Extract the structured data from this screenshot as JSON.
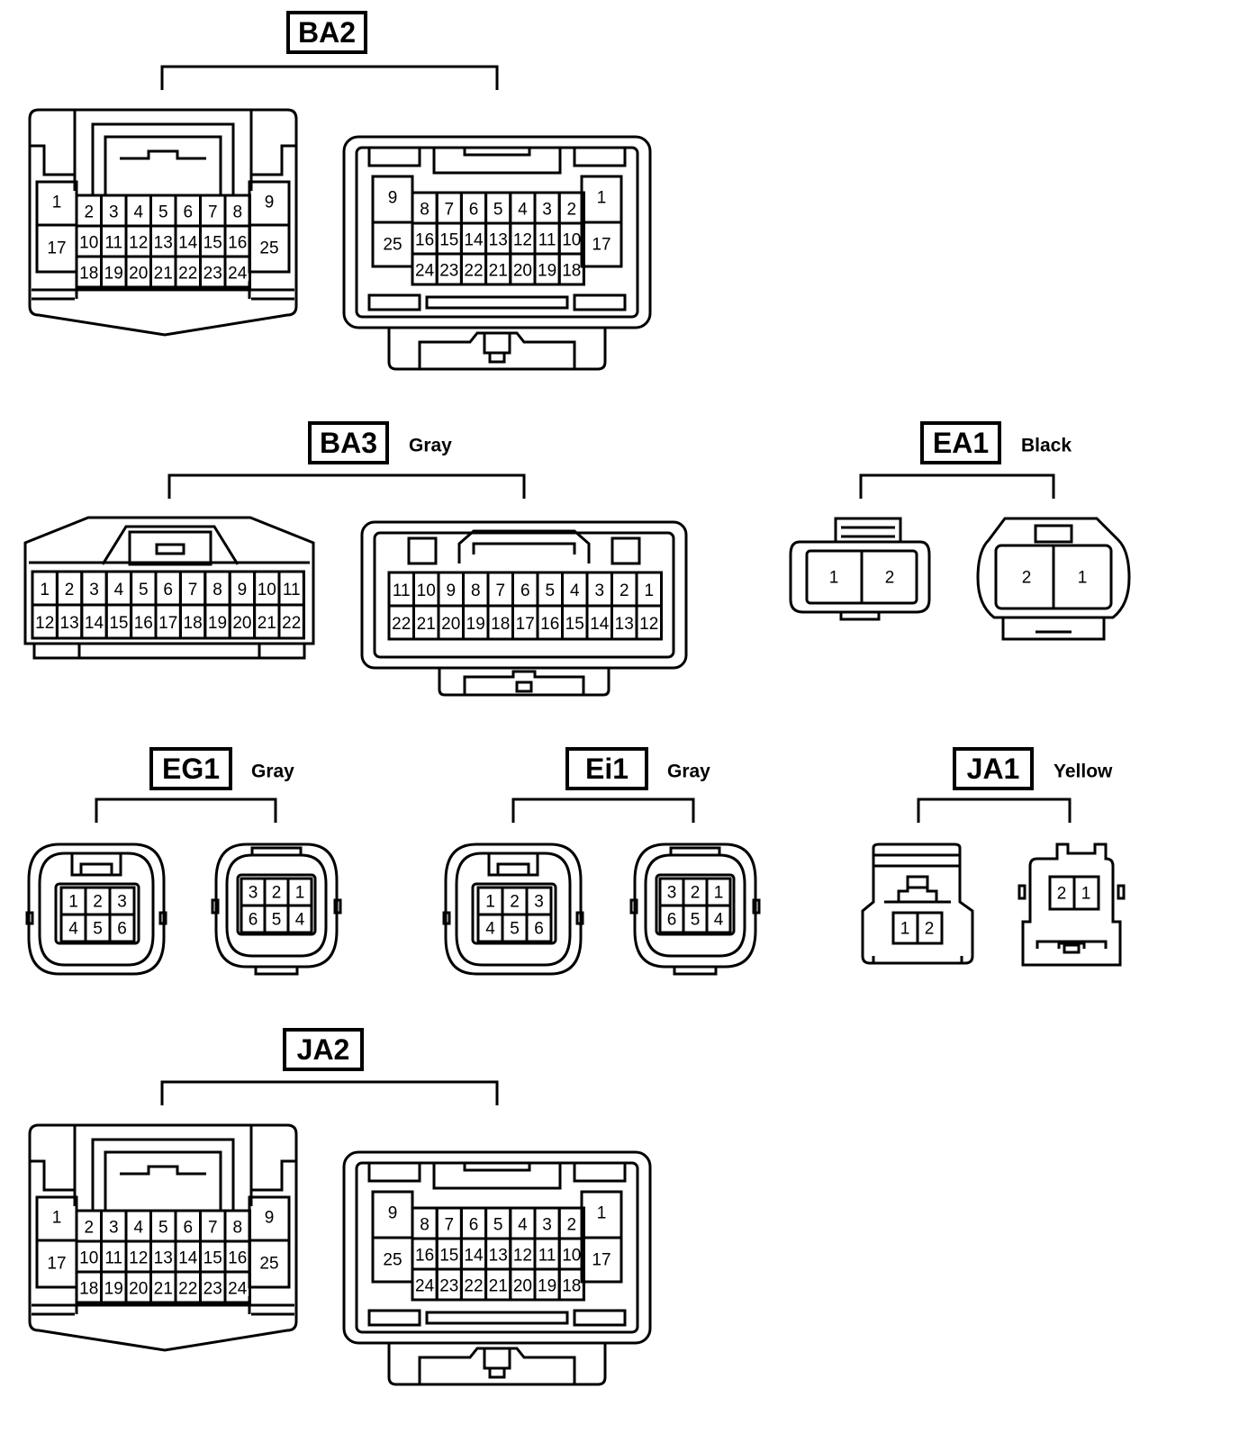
{
  "connectors": [
    {
      "id": "BA2",
      "label": "BA2",
      "color": ""
    },
    {
      "id": "BA3",
      "label": "BA3",
      "color": "Gray"
    },
    {
      "id": "EA1",
      "label": "EA1",
      "color": "Black"
    },
    {
      "id": "EG1",
      "label": "EG1",
      "color": "Gray"
    },
    {
      "id": "Ei1",
      "label": "Ei1",
      "color": "Gray"
    },
    {
      "id": "JA1",
      "label": "JA1",
      "color": "Yellow"
    },
    {
      "id": "JA2",
      "label": "JA2",
      "color": ""
    }
  ],
  "pinouts": {
    "c25_female": {
      "left_top": "1",
      "left_bottom": "17",
      "right_top": "9",
      "right_bottom": "25",
      "rows": [
        [
          "2",
          "3",
          "4",
          "5",
          "6",
          "7",
          "8"
        ],
        [
          "10",
          "11",
          "12",
          "13",
          "14",
          "15",
          "16"
        ],
        [
          "18",
          "19",
          "20",
          "21",
          "22",
          "23",
          "24"
        ]
      ]
    },
    "c25_male": {
      "left_top": "9",
      "left_bottom": "25",
      "right_top": "1",
      "right_bottom": "17",
      "rows": [
        [
          "8",
          "7",
          "6",
          "5",
          "4",
          "3",
          "2"
        ],
        [
          "16",
          "15",
          "14",
          "13",
          "12",
          "11",
          "10"
        ],
        [
          "24",
          "23",
          "22",
          "21",
          "20",
          "19",
          "18"
        ]
      ]
    },
    "c22_female": {
      "rows": [
        [
          "1",
          "2",
          "3",
          "4",
          "5",
          "6",
          "7",
          "8",
          "9",
          "10",
          "11"
        ],
        [
          "12",
          "13",
          "14",
          "15",
          "16",
          "17",
          "18",
          "19",
          "20",
          "21",
          "22"
        ]
      ]
    },
    "c22_male": {
      "rows": [
        [
          "11",
          "10",
          "9",
          "8",
          "7",
          "6",
          "5",
          "4",
          "3",
          "2",
          "1"
        ],
        [
          "22",
          "21",
          "20",
          "19",
          "18",
          "17",
          "16",
          "15",
          "14",
          "13",
          "12"
        ]
      ]
    },
    "c2_female": {
      "pins": [
        "1",
        "2"
      ]
    },
    "c2_male": {
      "pins": [
        "2",
        "1"
      ]
    },
    "c6_female": {
      "rows": [
        [
          "1",
          "2",
          "3"
        ],
        [
          "4",
          "5",
          "6"
        ]
      ]
    },
    "c6_male": {
      "rows": [
        [
          "3",
          "2",
          "1"
        ],
        [
          "6",
          "5",
          "4"
        ]
      ]
    },
    "c2s_female": {
      "pins": [
        "1",
        "2"
      ]
    },
    "c2s_male": {
      "pins": [
        "2",
        "1"
      ]
    }
  }
}
